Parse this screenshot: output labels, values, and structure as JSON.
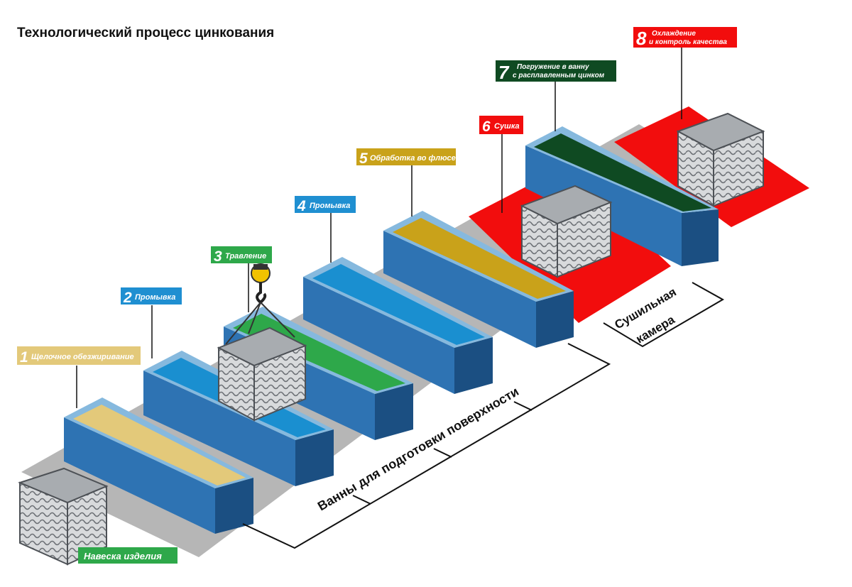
{
  "title": "Технологический процесс цинкования",
  "colors": {
    "tank_blue": "#2e73b3",
    "tank_dark": "#1b4f82",
    "water": "#1a8fd0",
    "yellow_fill": "#e3c97a",
    "green_fill": "#2ea84a",
    "flux_fill": "#c9a21a",
    "zinc_fill": "#0f4a22",
    "red_floor": "#f20d0d",
    "gray_floor": "#b6b6b6"
  },
  "steps": [
    {
      "num": "1",
      "label": "Щелочное обезжиривание",
      "color": "#e3c97a"
    },
    {
      "num": "2",
      "label": "Промывка",
      "color": "#1f8fd1"
    },
    {
      "num": "3",
      "label": "Травление",
      "color": "#2ea84a"
    },
    {
      "num": "4",
      "label": "Промывка",
      "color": "#1f8fd1"
    },
    {
      "num": "5",
      "label": "Обработка во флюсе",
      "color": "#c9a21a"
    },
    {
      "num": "6",
      "label": "Сушка",
      "color": "#f20d0d"
    },
    {
      "num": "7",
      "label_line1": "Погружение в ванну",
      "label_line2": "с расплавленным цинком",
      "color": "#0f4a22"
    },
    {
      "num": "8",
      "label_line1": "Охлаждение",
      "label_line2": "и контроль качества",
      "color": "#f20d0d"
    }
  ],
  "hanging": {
    "label": "Навеска изделия",
    "color": "#2ea84a"
  },
  "bracket_baths": "Ванны для подготовки поверхности",
  "bracket_dryer_line1": "Сушильная",
  "bracket_dryer_line2": "камера"
}
